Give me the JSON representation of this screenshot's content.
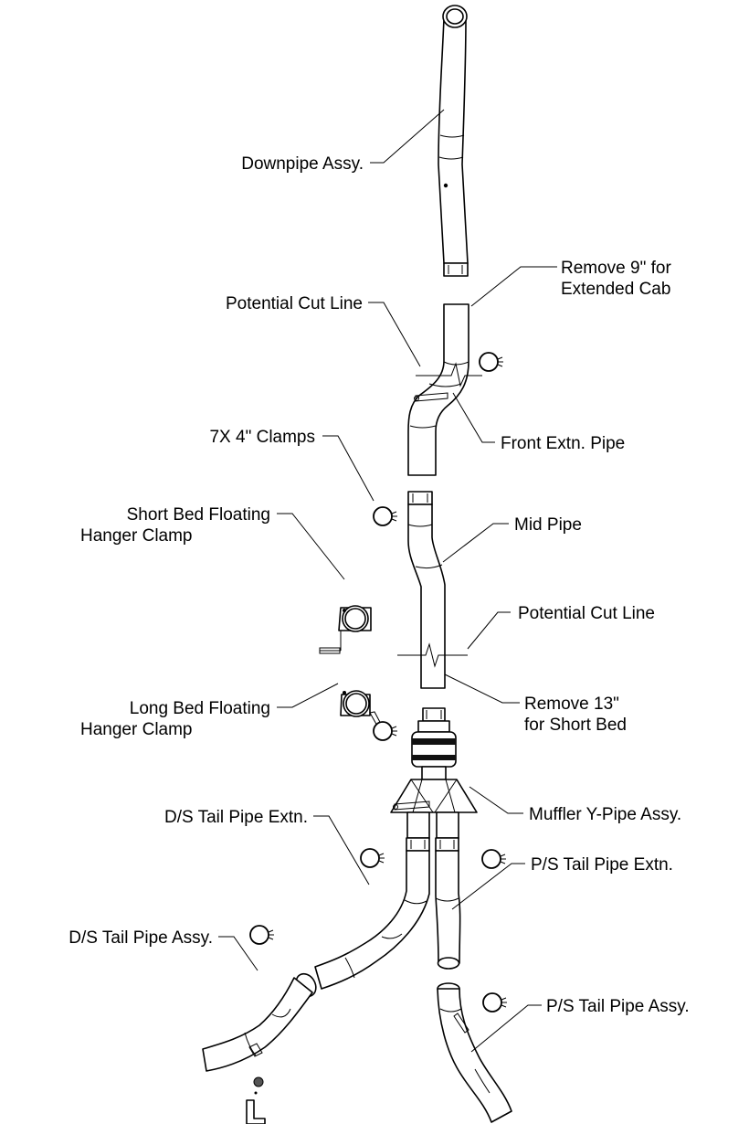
{
  "labels": {
    "downpipe": "Downpipe Assy.",
    "remove9_line1": "Remove 9\" for",
    "remove9_line2": "Extended Cab",
    "cut_line_upper": "Potential Cut Line",
    "front_extn": "Front Extn. Pipe",
    "clamps": "7X 4\" Clamps",
    "short_bed_line1": "Short Bed Floating",
    "short_bed_line2": "Hanger Clamp",
    "mid_pipe": "Mid Pipe",
    "cut_line_lower": "Potential Cut Line",
    "long_bed_line1": "Long Bed Floating",
    "long_bed_line2": "Hanger Clamp",
    "remove13_line1": "Remove 13\"",
    "remove13_line2": "for Short Bed",
    "muffler": "Muffler Y-Pipe Assy.",
    "ds_tail_extn": "D/S Tail Pipe Extn.",
    "ps_tail_extn": "P/S Tail Pipe Extn.",
    "ds_tail_assy": "D/S Tail Pipe Assy.",
    "ps_tail_assy": "P/S Tail Pipe Assy."
  }
}
